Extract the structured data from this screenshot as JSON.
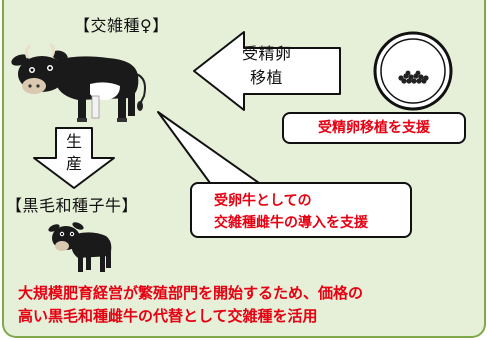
{
  "labels": {
    "crossbreed_female": "【交雑種♀】",
    "wagyu_calf": "【黒毛和種子牛】"
  },
  "arrows": {
    "transfer_line1": "受精卵",
    "transfer_line2": "移植",
    "birth_line1": "生",
    "birth_line2": "産"
  },
  "callouts": {
    "embryo_support": "受精卵移植を支援",
    "recipient_line1": "受卵牛としての",
    "recipient_line2": "交雑種雌牛の導入を支援"
  },
  "summary": {
    "line1": "大規模肥育経営が繁殖部門を開始するため、価格の",
    "line2": "高い黒毛和種雌牛の代替として交雑種を活用"
  },
  "colors": {
    "panel_bg": "#e6efd7",
    "panel_border": "#7fa84a",
    "emphasis_red": "#e60012"
  },
  "icons": [
    "cow-icon",
    "calf-icon",
    "embryo-dish-icon",
    "left-arrow-icon",
    "down-arrow-icon"
  ]
}
